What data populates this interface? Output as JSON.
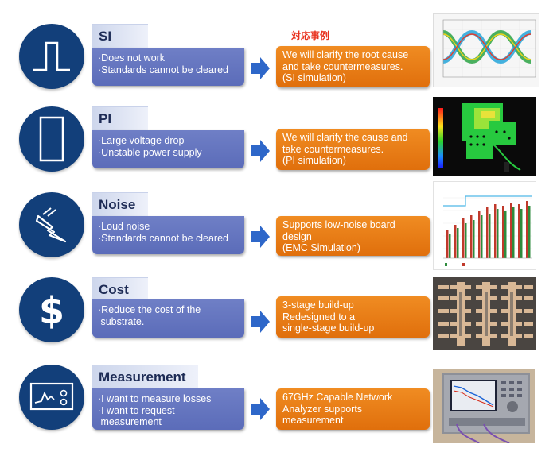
{
  "header": {
    "label": "対応事例"
  },
  "rows": [
    {
      "title": "SI",
      "icon": "pulse-waveform-icon",
      "problems": [
        "·Does not work",
        "·Standards cannot be cleared"
      ],
      "solution": [
        "We will clarify the root cause",
        "and take countermeasures.",
        "(SI simulation)"
      ],
      "image": "eye-diagram-image"
    },
    {
      "title": "PI",
      "icon": "rectangle-plane-icon",
      "problems": [
        "·Large voltage drop",
        "·Unstable power supply"
      ],
      "solution": [
        "We will clarify the cause and",
        "take countermeasures.",
        "(PI simulation)"
      ],
      "image": "voltage-drop-map-image"
    },
    {
      "title": "Noise",
      "icon": "lightning-bolt-icon",
      "problems": [
        "·Loud noise",
        "·Standards cannot be cleared"
      ],
      "solution": [
        "Supports low-noise board",
        "design",
        "(EMC Simulation)"
      ],
      "image": "emc-bar-chart-image"
    },
    {
      "title": "Cost",
      "icon": "dollar-sign-icon",
      "problems": [
        "·Reduce the cost of the",
        " substrate."
      ],
      "solution": [
        "3-stage build-up",
        "Redesigned to a",
        "single-stage build-up"
      ],
      "image": "pcb-cross-section-image"
    },
    {
      "title": "Measurement",
      "icon": "oscilloscope-icon",
      "problems": [
        "·I want to measure losses",
        "·I want to request",
        " measurement"
      ],
      "solution": [
        "67GHz Capable Network",
        "Analyzer supports",
        "measurement"
      ],
      "image": "network-analyzer-photo"
    }
  ],
  "colors": {
    "circle": "#123f7a",
    "tab": "#dbe2f2",
    "problem_box": "#6474bf",
    "arrow": "#2e67c9",
    "solution_box": "#ea7a14",
    "header": "#e8301c"
  }
}
